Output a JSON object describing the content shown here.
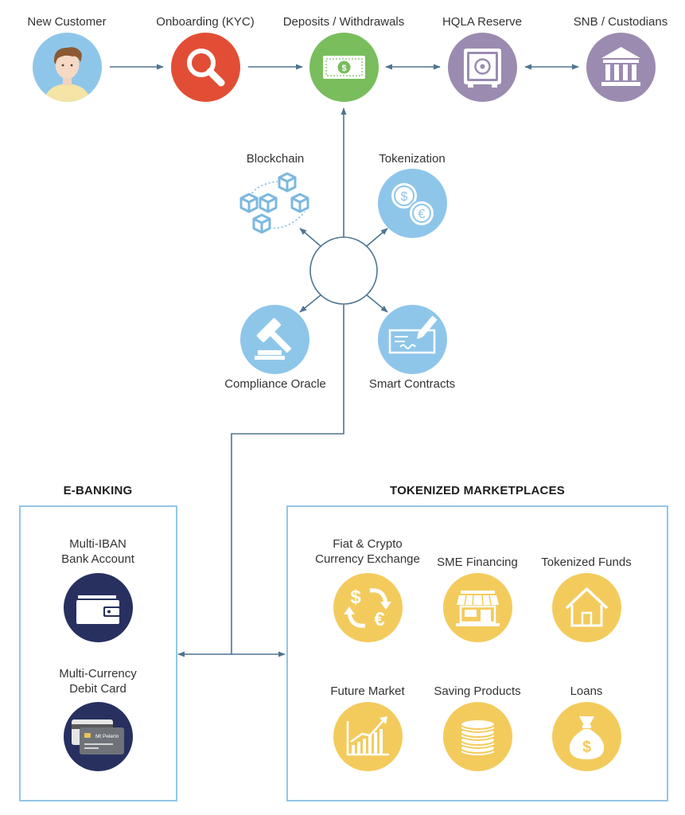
{
  "colors": {
    "arrow": "#4e7591",
    "box_border": "#93c6e6",
    "light_blue": "#8ec6ea",
    "orange_red": "#e24e35",
    "green": "#79bd5d",
    "purple": "#9b8bb1",
    "navy": "#27305f",
    "yellow": "#f3cb5d"
  },
  "top_flow": [
    {
      "id": "new-customer",
      "label": "New Customer",
      "icon": "person-icon"
    },
    {
      "id": "onboarding",
      "label": "Onboarding (KYC)",
      "icon": "magnifier-icon"
    },
    {
      "id": "deposits",
      "label": "Deposits / Withdrawals",
      "icon": "banknote-icon"
    },
    {
      "id": "hqla",
      "label": "HQLA Reserve",
      "icon": "safe-icon"
    },
    {
      "id": "snb",
      "label": "SNB / Custodians",
      "icon": "bank-building-icon"
    }
  ],
  "hub": {
    "blockchain": {
      "label": "Blockchain",
      "icon": "blockchain-cubes-icon"
    },
    "tokenization": {
      "label": "Tokenization",
      "icon": "coins-icon"
    },
    "compliance": {
      "label": "Compliance Oracle",
      "icon": "gavel-icon"
    },
    "smart_contracts": {
      "label": "Smart Contracts",
      "icon": "signed-cheque-icon"
    }
  },
  "ebanking": {
    "title": "E-BANKING",
    "items": [
      {
        "label_line1": "Multi-IBAN",
        "label_line2": "Bank Account",
        "icon": "wallet-icon"
      },
      {
        "label_line1": "Multi-Currency",
        "label_line2": "Debit Card",
        "icon": "debit-card-icon",
        "card_text": "Mt Pelerin"
      }
    ]
  },
  "marketplaces": {
    "title": "TOKENIZED MARKETPLACES",
    "items": [
      {
        "label_line1": "Fiat & Crypto",
        "label_line2": "Currency Exchange",
        "icon": "currency-exchange-icon"
      },
      {
        "label": "SME Financing",
        "icon": "shop-icon"
      },
      {
        "label": "Tokenized Funds",
        "icon": "house-icon"
      },
      {
        "label": "Future Market",
        "icon": "growth-chart-icon"
      },
      {
        "label": "Saving Products",
        "icon": "coin-stack-icon"
      },
      {
        "label": "Loans",
        "icon": "money-bag-icon"
      }
    ]
  }
}
